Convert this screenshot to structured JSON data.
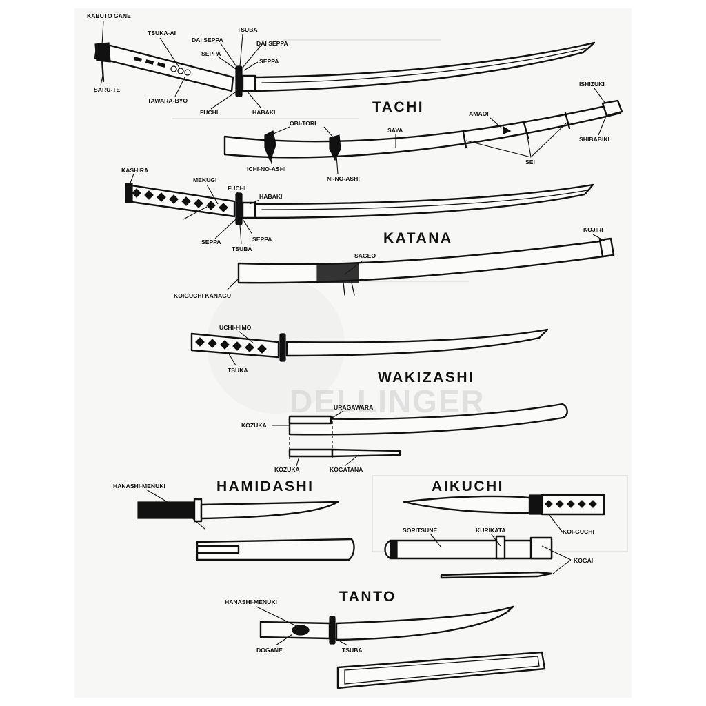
{
  "titles": {
    "tachi": "TACHI",
    "katana": "KATANA",
    "wakizashi": "WAKIZASHI",
    "hamidashi": "HAMIDASHI",
    "aikuchi": "AIKUCHI",
    "tanto": "TANTO"
  },
  "labels": {
    "kabuto_gane": "KABUTO GANE",
    "tsuka_ai": "TSUKA-AI",
    "tsuba_tachi": "TSUBA",
    "dai_seppa_left": "DAI SEPPA",
    "dai_seppa_right": "DAI SEPPA",
    "seppa_tachi_left": "SEPPA",
    "seppa_tachi_right": "SEPPA",
    "saru_te": "SARU-TE",
    "tawara_byo": "TAWARA-BYO",
    "fuchi_tachi": "FUCHI",
    "habaki_tachi": "HABAKI",
    "ishizuki": "ISHIZUKI",
    "amaoi": "AMAOI",
    "obi_tori": "OBI-TORI",
    "saya": "SAYA",
    "shibabiki": "SHIBABIKI",
    "sei": "SEI",
    "ichi_no_ashi": "ICHI-NO-ASHI",
    "ni_no_ashi": "NI-NO-ASHI",
    "kashira": "KASHIRA",
    "mekugi": "MEKUGI",
    "fuchi_katana": "FUCHI",
    "habaki_katana": "HABAKI",
    "seppa_katana_left": "SEPPA",
    "seppa_katana_right": "SEPPA",
    "tsuba_katana": "TSUBA",
    "kojiri": "KOJIRI",
    "sageo": "SAGEO",
    "koiguchi_kanagu": "KOIGUCHI KANAGU",
    "uchi_himo": "UCHI-HIMO",
    "tsuka": "TSUKA",
    "uragawara": "URAGAWARA",
    "kozuka_top": "KOZUKA",
    "kozuka_bottom": "KOZUKA",
    "kogatana": "KOGATANA",
    "hanashi_menuki_hamidashi": "HANASHI-MENUKI",
    "soritsune": "SORITSUNE",
    "kurikata": "KURIKATA",
    "koi_guchi": "KOI-GUCHI",
    "kogai": "KOGAI",
    "hanashi_menuki_tanto": "HANASHI-MENUKI",
    "dogane": "DOGANE",
    "tsuba_tanto": "TSUBA"
  },
  "watermark": "DELLINGER",
  "colors": {
    "ink": "#111111",
    "paper": "#f7f7f5",
    "watermark": "#cfcfcf"
  }
}
